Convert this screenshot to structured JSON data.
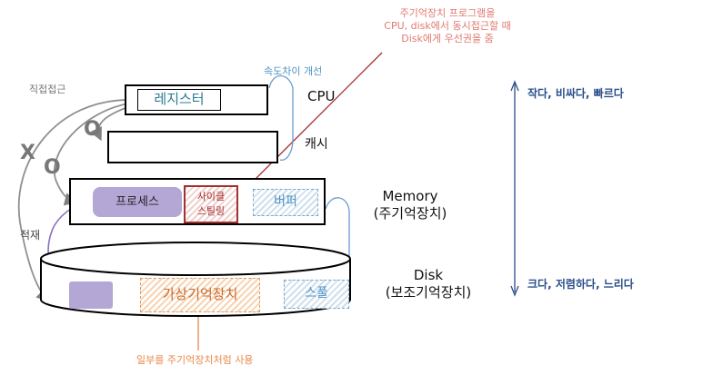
{
  "top_note": {
    "lines": [
      "주기억장치 프로그램을",
      "CPU, disk에서 동시접근할 때",
      "Disk에게 우선권을 줌"
    ]
  },
  "speed_gap_note": "속도차이 개선",
  "direct_access_note": "직접접근",
  "load_note": "적재",
  "usage_note": "일부를 주기억장치처럼 사용",
  "x_mark": "X",
  "o_marks": [
    "O",
    "O"
  ],
  "register_label": "레지스터",
  "cpu_label": "CPU",
  "cache_label": "캐시",
  "memory": {
    "title": "Memory",
    "subtitle": "(주기억장치)"
  },
  "disk": {
    "title": "Disk",
    "subtitle": "(보조기억장치)"
  },
  "process_label": "프로세스",
  "cycle_stealing_label": {
    "line1": "사이클",
    "line2": "스틸링"
  },
  "buffer_label": "버퍼",
  "virtual_memory_label": "가상기억장치",
  "spool_label": "스풀",
  "speed_top": "작다, 비싸다, 빠르다",
  "speed_bottom": "크다, 저렴하다, 느리다",
  "colors": {
    "purple": "#b4a7d6",
    "red_note": "#e07a70",
    "blue_note": "#4d93c2",
    "dark_red": "#a33030",
    "navy": "#2a4f8a",
    "orange": "#e8894a"
  }
}
